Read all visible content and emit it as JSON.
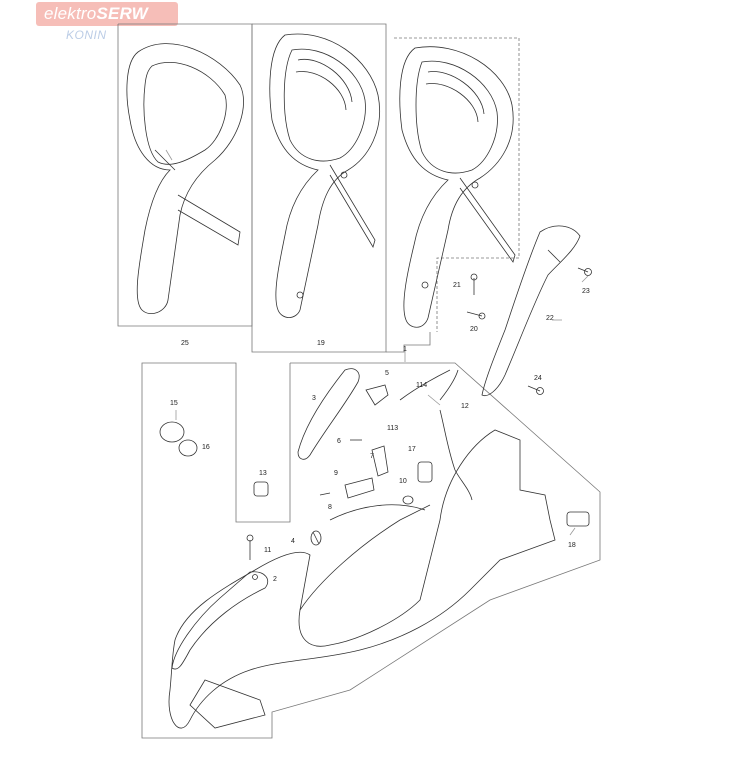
{
  "logo": {
    "brand_light": "elektro",
    "brand_bold": "SERW",
    "city": "KONIN",
    "box_color": "#f5b3ac",
    "city_color": "#bccde6"
  },
  "parts": {
    "p1": "1",
    "p2": "2",
    "p3": "3",
    "p4": "4",
    "p5": "5",
    "p6": "6",
    "p7": "7",
    "p8": "8",
    "p9": "9",
    "p10": "10",
    "p11": "11",
    "p12": "12",
    "p13": "13",
    "p14": "114",
    "p113": "113",
    "p15": "15",
    "p16": "16",
    "p17": "17",
    "p18": "18",
    "p19": "19",
    "p20": "20",
    "p21": "21",
    "p22": "22",
    "p23": "23",
    "p24": "24",
    "p25": "25"
  }
}
